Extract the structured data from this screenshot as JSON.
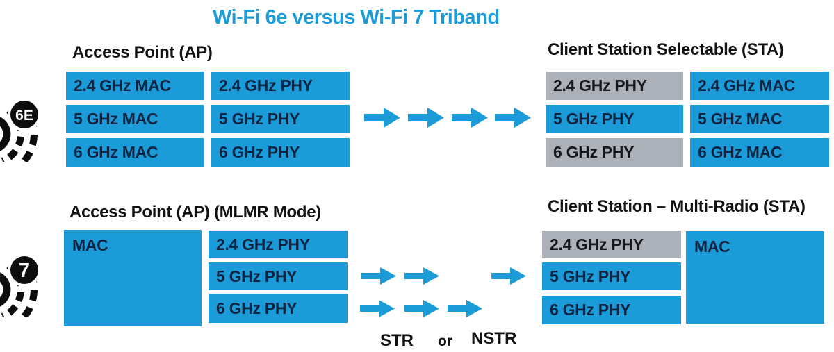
{
  "title": "Wi-Fi 6e versus Wi-Fi 7 Triband",
  "colors": {
    "accent_blue": "#1B9CD8",
    "box_gray": "#ACB0B8",
    "box_text_navy": "#0E2443",
    "heading_black": "#121212",
    "icon_black": "#0D0D0D"
  },
  "wifi6e": {
    "icon_label": "6E",
    "ap": {
      "heading": "Access Point (AP)",
      "rows": [
        {
          "mac": "2.4 GHz MAC",
          "phy": "2.4 GHz PHY"
        },
        {
          "mac": "5 GHz MAC",
          "phy": "5 GHz PHY"
        },
        {
          "mac": "6 GHz MAC",
          "phy": "6 GHz PHY"
        }
      ]
    },
    "sta": {
      "heading": "Client Station Selectable (STA)",
      "rows": [
        {
          "phy": "2.4 GHz PHY",
          "mac": "2.4 GHz MAC"
        },
        {
          "phy": "5 GHz PHY",
          "mac": "5 GHz MAC"
        },
        {
          "phy": "6 GHz PHY",
          "mac": "6 GHz MAC"
        }
      ]
    }
  },
  "wifi7": {
    "icon_label": "7",
    "ap": {
      "heading": "Access Point (AP) (MLMR Mode)",
      "mac": "MAC",
      "phys": [
        "2.4 GHz PHY",
        "5 GHz PHY",
        "6 GHz PHY"
      ]
    },
    "sta": {
      "heading": "Client Station – Multi-Radio (STA)",
      "mac": "MAC",
      "phys": [
        "2.4 GHz PHY",
        "5 GHz PHY",
        "6 GHz PHY"
      ]
    },
    "link_labels": {
      "str": "STR",
      "or": "or",
      "nstr": "NSTR"
    }
  }
}
